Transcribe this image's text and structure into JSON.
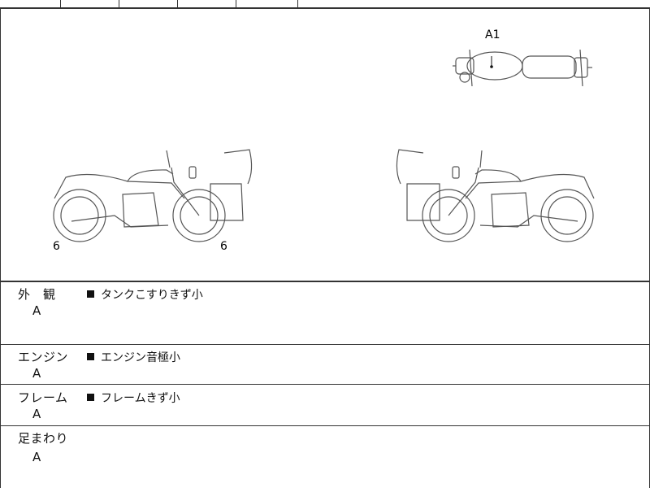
{
  "diagram": {
    "marks": {
      "top_view": "A1",
      "left_front_wheel": "6",
      "left_rear_wheel": "6"
    }
  },
  "sections": [
    {
      "label": "外　観",
      "grade": "A",
      "note": "タンクこすりきず小"
    },
    {
      "label": "エンジン",
      "grade": "A",
      "note": "エンジン音極小"
    },
    {
      "label": "フレーム",
      "grade": "A",
      "note": "フレームきず小"
    },
    {
      "label": "足まわり",
      "grade": "A",
      "note": ""
    }
  ]
}
